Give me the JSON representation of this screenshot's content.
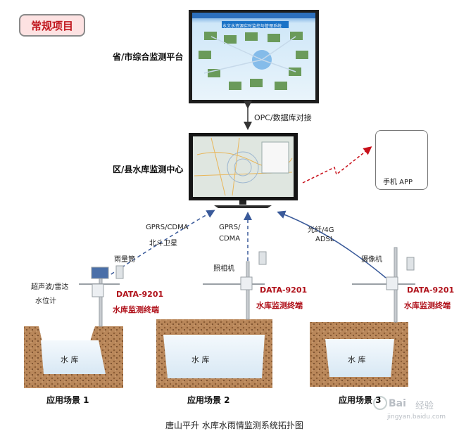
{
  "badge": "常规项目",
  "province_platform": "省/市综合监测平台",
  "interface_label": "OPC/数据库对接",
  "county_center": "区/县水库监测中心",
  "mobile_app": "手机 APP",
  "links": {
    "left": [
      "GPRS/CDMA",
      "北斗卫星"
    ],
    "middle": [
      "GPRS/",
      "CDMA"
    ],
    "right": [
      "光纤/4G",
      "ADSL"
    ]
  },
  "sensors": {
    "rain_gauge": "雨量筒",
    "level_sensor": [
      "超声波/雷达",
      "水位计"
    ],
    "camera_light": "照相机",
    "camera": "摄像机"
  },
  "terminal_model": "DATA-9201",
  "terminal_name": "水库监测终端",
  "reservoir_label": "水 库",
  "scenes": [
    "应用场景 1",
    "应用场景 2",
    "应用场景 3"
  ],
  "caption": "唐山平升   水库水雨情监测系统拓扑图",
  "screen_banner": "水文水资源实时监控与管理系统",
  "watermark": {
    "brand": "Bai",
    "tag": "经验",
    "url": "jingyan.baidu.com"
  },
  "colors": {
    "badge_text": "#c0171e",
    "terminal_red": "#b0121b",
    "link_blue": "#3a5a9a",
    "phone_red": "#d0101a"
  }
}
